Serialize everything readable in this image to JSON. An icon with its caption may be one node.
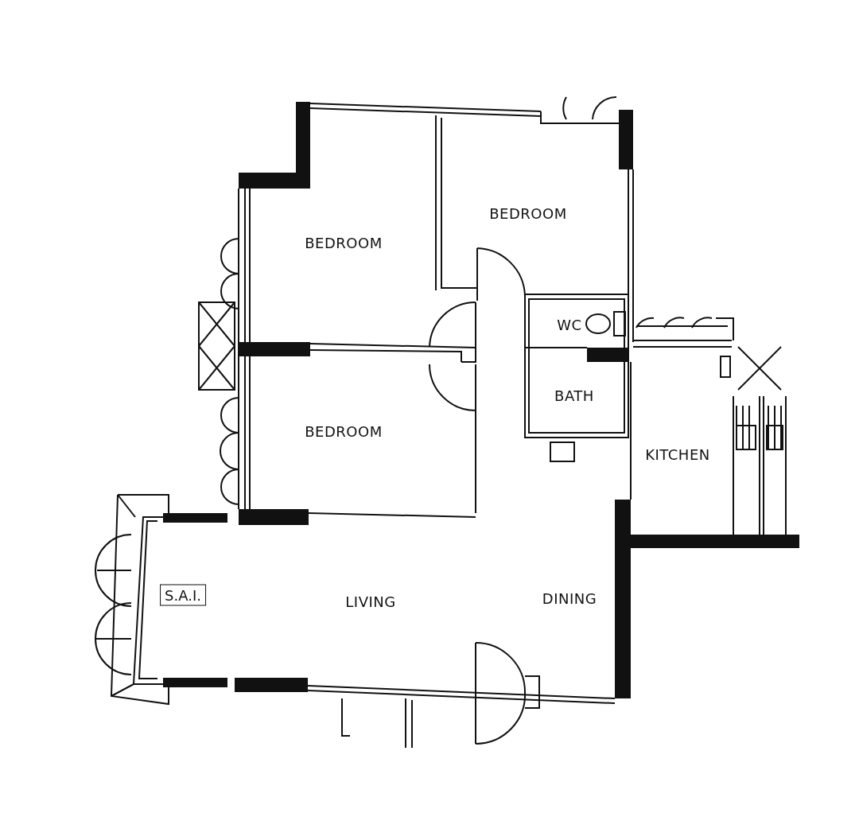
{
  "diagram": {
    "nodes": [
      {
        "text": [
          "S.A.I."
        ]
      }
    ],
    "labels": [
      "BEDROOM",
      "BEDROOM",
      "WC",
      "BEDROOM",
      "BATH",
      "KITCHEN",
      "LIVING",
      "DINING"
    ]
  }
}
